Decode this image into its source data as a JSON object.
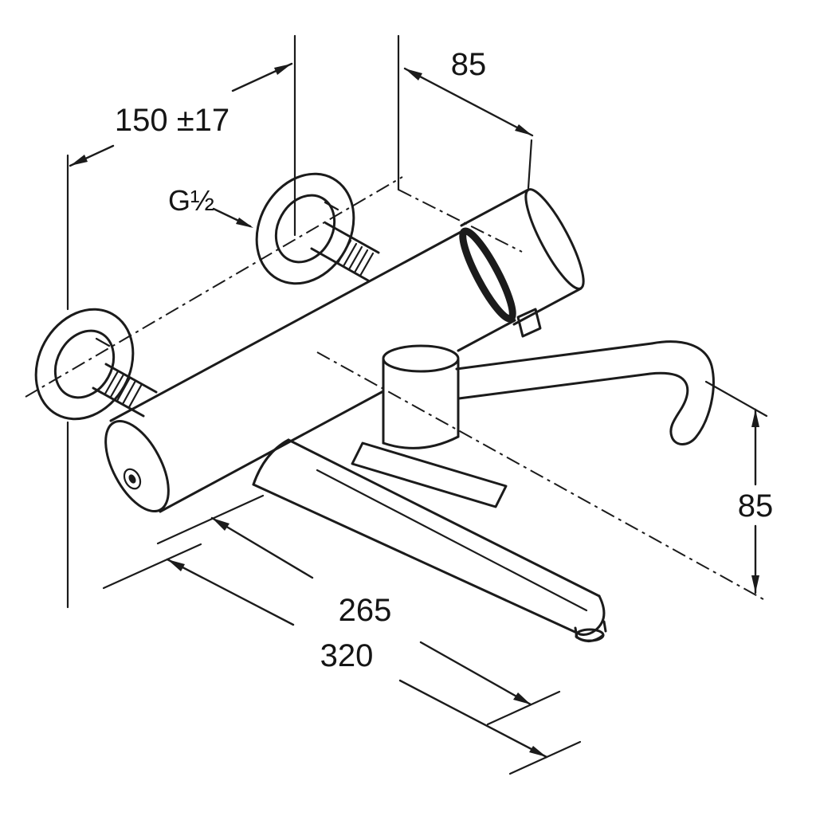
{
  "drawing": {
    "kind": "technical-dimension-drawing",
    "subject": "wall-mounted-single-lever-mixer-tap-with-elbow-lever",
    "colors": {
      "line": "#1b1b1b",
      "background": "#ffffff"
    }
  },
  "dimensions": {
    "inlet_spacing": {
      "label": "150 ±17"
    },
    "wall_depth": {
      "label": "85"
    },
    "thread": {
      "label": "G½"
    },
    "lever_drop": {
      "label": "85"
    },
    "reach_aerator": {
      "label": "265"
    },
    "reach_overall": {
      "label": "320"
    }
  }
}
